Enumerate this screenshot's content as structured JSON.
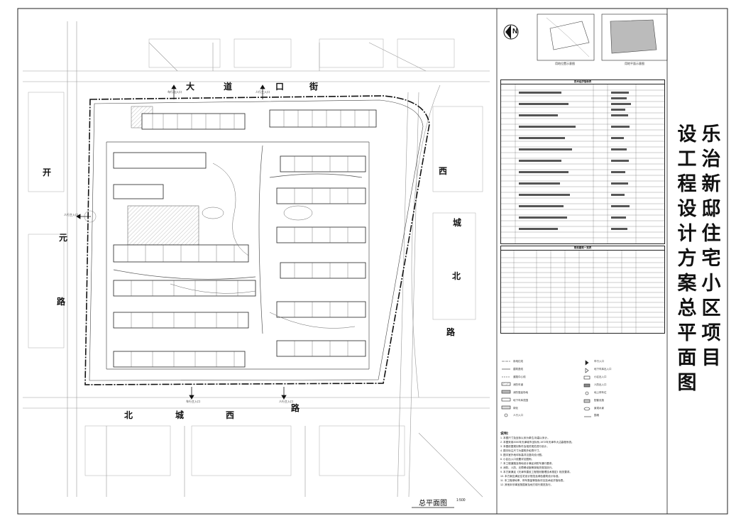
{
  "title_block": {
    "line1": "乐治新邸住宅小区项目",
    "line2": "设工程设计方案总平面图"
  },
  "north_symbol": "N",
  "key_maps": {
    "left_caption": "用地位置示意图",
    "right_caption": "用地平面示意图"
  },
  "roads": {
    "north": [
      "大",
      "道",
      "口",
      "街"
    ],
    "south": [
      "北",
      "城",
      "西",
      "路"
    ],
    "west": [
      "开",
      "元",
      "路"
    ],
    "east": [
      "西",
      "城",
      "北",
      "路"
    ]
  },
  "plan_caption": "总平面图",
  "plan_scale": "1:500",
  "tables": {
    "tech_title": "技术经济指标表",
    "bldg_title": "规划建筑一览表"
  },
  "notes_title": "说明:",
  "notes": [
    "1. 本图尺寸及坐标以米为单位,标高以米计。",
    "2. 本图采用2000年天津城市坐标系,1972年天津市大沽高程系统。",
    "3. 本图依据规划条件及相关规范进行设计。",
    "4. 图中标注尺寸为建筑外轮廓尺寸。",
    "5. 图中室外地坪标高详见竖向设计图。",
    "6. 小区出入口设置详见图例。",
    "7. 本工程道路及场地设计满足消防车通行要求。",
    "8. 消防、人防、无障碍设施等按相关规范执行。",
    "9. 本方案满足《天津市建设工程规划管理技术规定》相关要求。",
    "10. 本方案应满足住宅设计规范及绿色建筑设计标准。",
    "11. 本工程绿地率、停车数量等指标详见技术经济指标表。",
    "12. 其他未尽事宜按国家及地方现行规范执行。"
  ],
  "legend": [
    "用地红线",
    "建筑退线",
    "道路中心线",
    "消防车道",
    "消防登高场地",
    "地下车库范围",
    "绿化",
    "人行入口",
    "车行入口",
    "地下车库出入口",
    "小区出入口",
    "人防出入口",
    "地上停车位",
    "配套设施",
    "景观水景",
    "围墙"
  ],
  "gate_labels": {
    "north_left": "车行出入口",
    "north_right": "人行主入口",
    "west": "人行主入口",
    "south_left": "车行主入口",
    "south_right": "人行主入口"
  }
}
